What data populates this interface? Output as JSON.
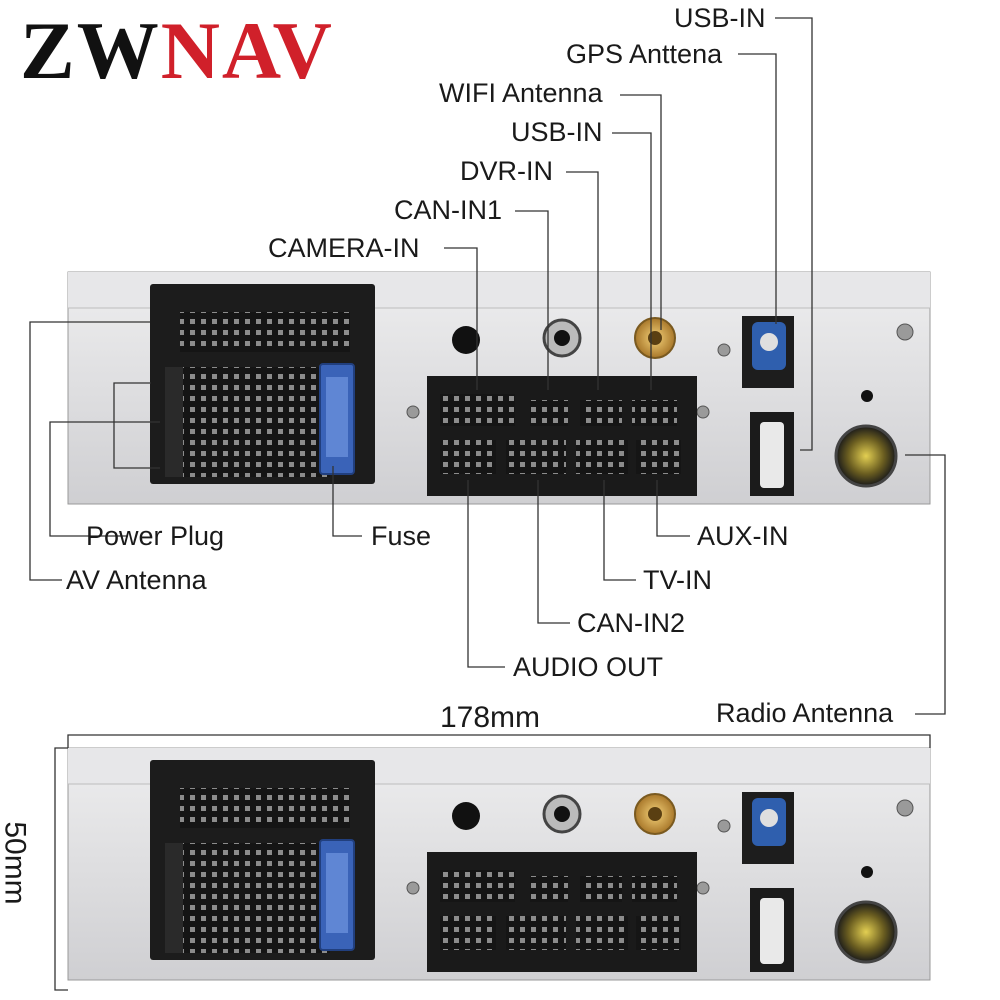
{
  "logo": {
    "part1": "ZW",
    "part2": "NAV"
  },
  "labels": {
    "usb_in_top": "USB-IN",
    "gps_antenna": "GPS Anttena",
    "wifi_antenna": "WIFI Antenna",
    "usb_in_2": "USB-IN",
    "dvr_in": "DVR-IN",
    "can_in1": "CAN-IN1",
    "camera_in": "CAMERA-IN",
    "power_plug": "Power Plug",
    "fuse": "Fuse",
    "av_antenna": "AV Antenna",
    "aux_in": "AUX-IN",
    "tv_in": "TV-IN",
    "can_in2": "CAN-IN2",
    "audio_out": "AUDIO OUT",
    "radio_antenna": "Radio Antenna"
  },
  "dimensions": {
    "width": "178mm",
    "height": "50mm"
  },
  "colors": {
    "brand_red": "#d0202a",
    "brand_black": "#111111",
    "panel": "#d8d8da"
  }
}
